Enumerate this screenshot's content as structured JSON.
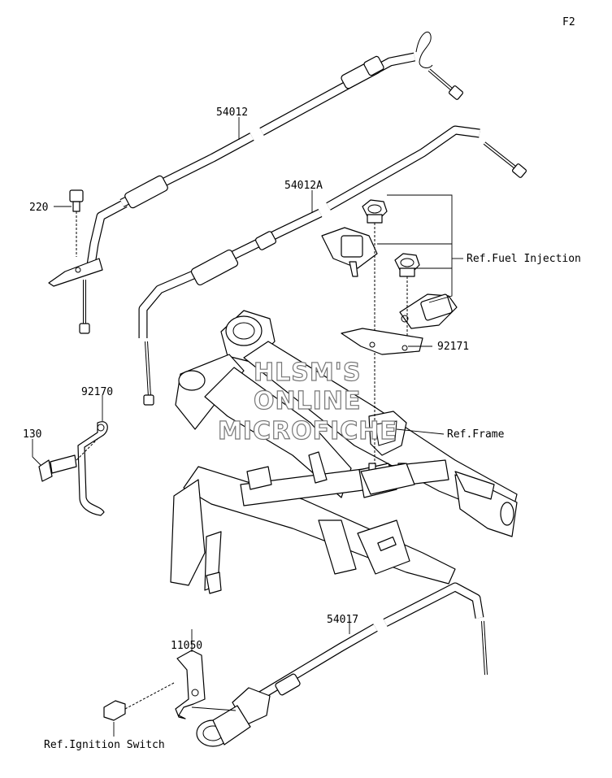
{
  "page": {
    "code": "F2"
  },
  "watermark": {
    "line1": "HLSM'S",
    "line2": "ONLINE",
    "line3": "MICROFICHE"
  },
  "labels": {
    "p54012": "54012",
    "p54012A": "54012A",
    "p220": "220",
    "p92170": "92170",
    "p130": "130",
    "p92171": "92171",
    "p11050": "11050",
    "p54017": "54017",
    "ref_fuel_injection": "Ref.Fuel Injection",
    "ref_frame": "Ref.Frame",
    "ref_ignition_switch": "Ref.Ignition Switch"
  }
}
